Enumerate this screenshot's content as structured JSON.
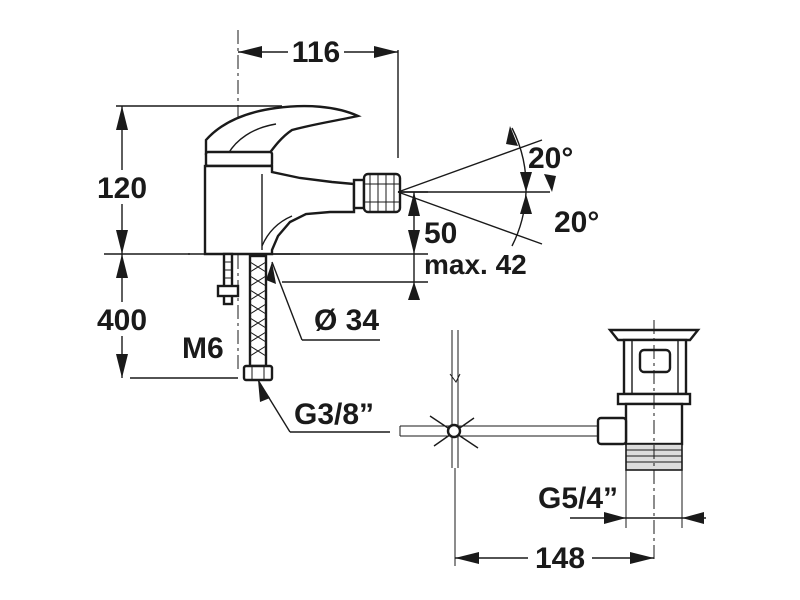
{
  "dimensions": {
    "width_spout": "116",
    "height_body": "120",
    "angle_up": "20°",
    "angle_down": "20°",
    "height_nozzle": "50",
    "max_deck": "max. 42",
    "hole_diameter": "Ø 34",
    "hose_length": "400",
    "thread_rod": "M6",
    "hose_thread": "G3/8”",
    "waste_thread": "G5/4”",
    "waste_distance": "148"
  }
}
